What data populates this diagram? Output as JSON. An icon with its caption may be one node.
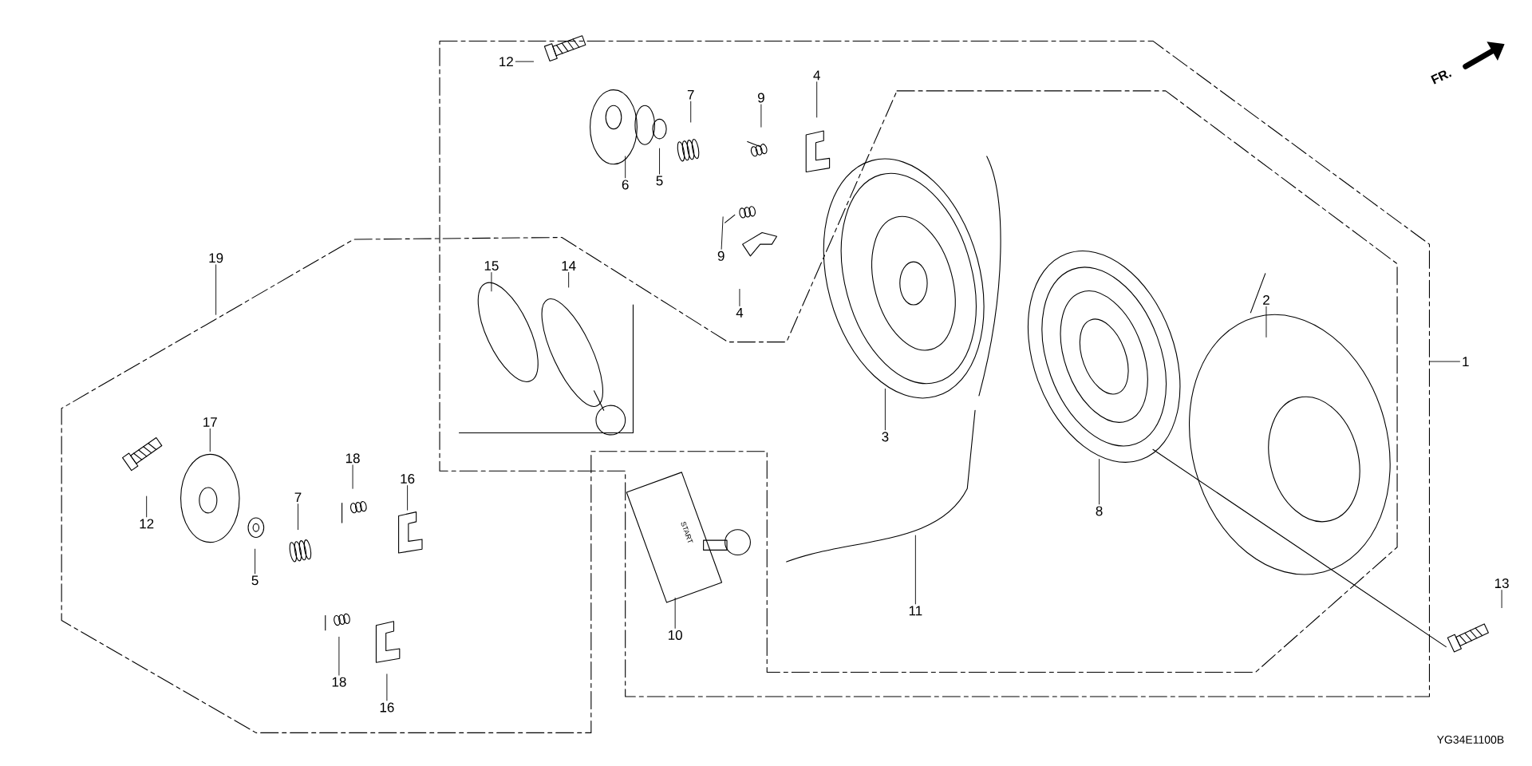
{
  "diagram": {
    "nodes": [
      {
        "text": [
          "12"
        ]
      },
      {
        "text": [
          "6"
        ]
      },
      {
        "text": [
          "5"
        ]
      },
      {
        "text": [
          "7"
        ]
      },
      {
        "text": [
          "9"
        ]
      },
      {
        "text": [
          "4"
        ]
      },
      {
        "text": [
          "9"
        ]
      },
      {
        "text": [
          "4"
        ]
      },
      {
        "text": [
          "15"
        ]
      },
      {
        "text": [
          "14"
        ]
      },
      {
        "text": [
          "19"
        ]
      },
      {
        "text": [
          "3"
        ]
      },
      {
        "text": [
          "2"
        ]
      },
      {
        "text": [
          "1"
        ]
      },
      {
        "text": [
          "8"
        ]
      },
      {
        "text": [
          "17"
        ]
      },
      {
        "text": [
          "12"
        ]
      },
      {
        "text": [
          "18"
        ]
      },
      {
        "text": [
          "16"
        ]
      },
      {
        "text": [
          "7"
        ]
      },
      {
        "text": [
          "5"
        ]
      },
      {
        "text": [
          "11"
        ]
      },
      {
        "text": [
          "10"
        ]
      },
      {
        "text": [
          "13"
        ]
      },
      {
        "text": [
          "18"
        ]
      },
      {
        "text": [
          "16"
        ]
      }
    ],
    "edges": [
      {
        "from": 0,
        "to": null,
        "arrow": "none"
      },
      {
        "from": 1,
        "to": null,
        "arrow": "none"
      },
      {
        "from": 2,
        "to": null,
        "arrow": "none"
      },
      {
        "from": 3,
        "to": null,
        "arrow": "none"
      },
      {
        "from": 4,
        "to": null,
        "arrow": "none"
      },
      {
        "from": 5,
        "to": null,
        "arrow": "none"
      },
      {
        "from": 6,
        "to": null,
        "arrow": "none"
      },
      {
        "from": 7,
        "to": null,
        "arrow": "none"
      },
      {
        "from": 8,
        "to": null,
        "arrow": "none"
      },
      {
        "from": 9,
        "to": null,
        "arrow": "none"
      },
      {
        "from": 10,
        "to": null,
        "arrow": "none"
      },
      {
        "from": 11,
        "to": null,
        "arrow": "none"
      },
      {
        "from": 12,
        "to": null,
        "arrow": "none"
      },
      {
        "from": 13,
        "to": null,
        "arrow": "none"
      },
      {
        "from": 14,
        "to": null,
        "arrow": "none"
      },
      {
        "from": 15,
        "to": null,
        "arrow": "none"
      },
      {
        "from": 16,
        "to": null,
        "arrow": "none"
      },
      {
        "from": 17,
        "to": null,
        "arrow": "none"
      },
      {
        "from": 18,
        "to": null,
        "arrow": "none"
      },
      {
        "from": 19,
        "to": null,
        "arrow": "none"
      },
      {
        "from": 20,
        "to": null,
        "arrow": "none"
      },
      {
        "from": 21,
        "to": null,
        "arrow": "none"
      },
      {
        "from": 22,
        "to": null,
        "arrow": "none"
      },
      {
        "from": 23,
        "to": null,
        "arrow": "none"
      },
      {
        "from": 24,
        "to": null,
        "arrow": "none"
      },
      {
        "from": 25,
        "to": null,
        "arrow": "none"
      }
    ],
    "labels": [
      "START",
      "FR.",
      "YG34E1100B"
    ]
  }
}
